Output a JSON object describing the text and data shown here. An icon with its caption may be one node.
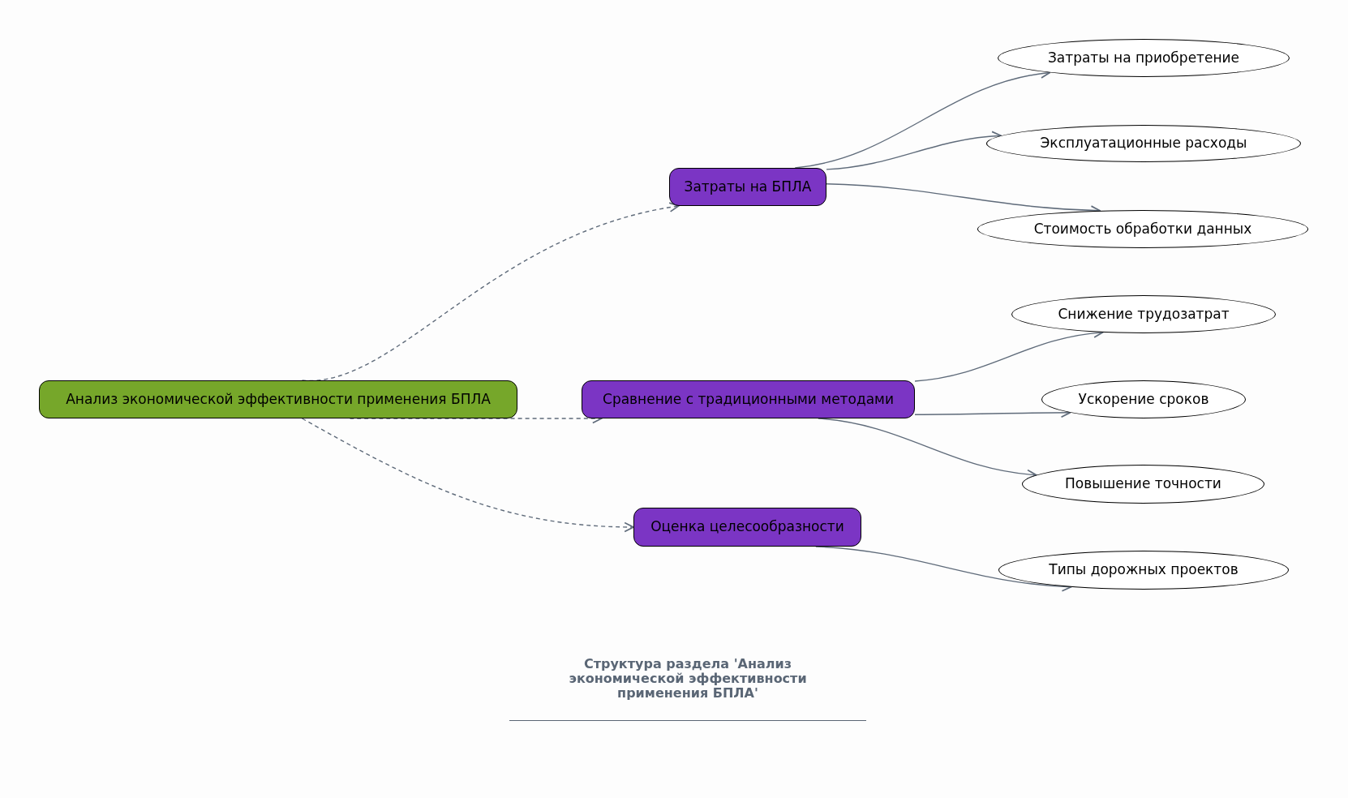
{
  "diagram": {
    "caption": "Структура раздела 'Анализ экономической эффективности применения БПЛА'",
    "nodes": [
      {
        "text": [
          "Анализ экономической эффективности применения БПЛА"
        ]
      },
      {
        "text": [
          "Затраты на БПЛА"
        ]
      },
      {
        "text": [
          "Сравнение с традиционными методами"
        ]
      },
      {
        "text": [
          "Оценка целесообразности"
        ]
      },
      {
        "text": [
          "Затраты на приобретение"
        ]
      },
      {
        "text": [
          "Эксплуатационные расходы"
        ]
      },
      {
        "text": [
          "Стоимость обработки данных"
        ]
      },
      {
        "text": [
          "Снижение трудозатрат"
        ]
      },
      {
        "text": [
          "Ускорение сроков"
        ]
      },
      {
        "text": [
          "Повышение точности"
        ]
      },
      {
        "text": [
          "Типы дорожных проектов"
        ]
      }
    ],
    "edges": [
      {
        "from": 0,
        "to": 1,
        "arrow": "to",
        "style": "dashed"
      },
      {
        "from": 0,
        "to": 2,
        "arrow": "to",
        "style": "dashed"
      },
      {
        "from": 0,
        "to": 3,
        "arrow": "to",
        "style": "dashed"
      },
      {
        "from": 1,
        "to": 4,
        "arrow": "to"
      },
      {
        "from": 1,
        "to": 5,
        "arrow": "to"
      },
      {
        "from": 1,
        "to": 6,
        "arrow": "to"
      },
      {
        "from": 2,
        "to": 7,
        "arrow": "to"
      },
      {
        "from": 2,
        "to": 8,
        "arrow": "to"
      },
      {
        "from": 2,
        "to": 9,
        "arrow": "to"
      },
      {
        "from": 3,
        "to": 10,
        "arrow": "to"
      }
    ]
  }
}
